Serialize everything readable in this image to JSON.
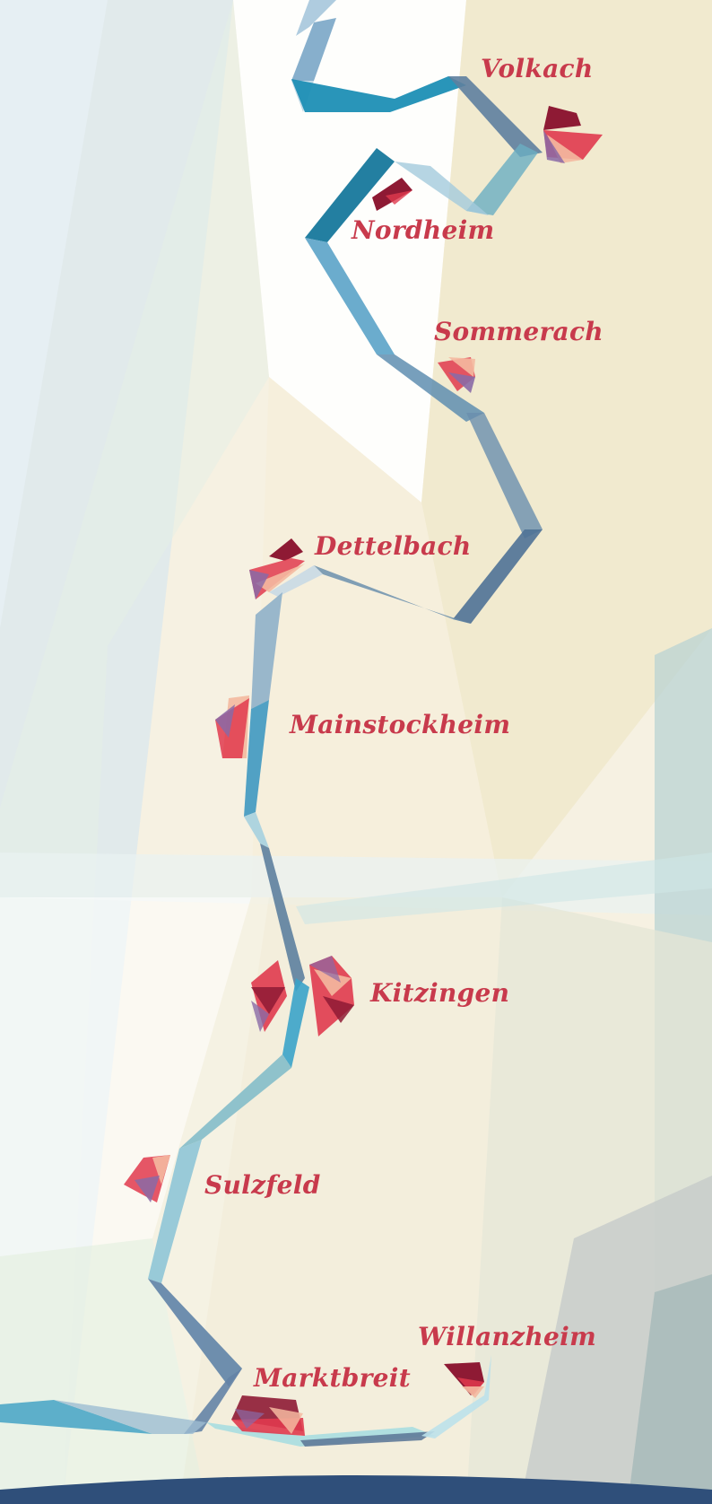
{
  "map": {
    "towns": [
      {
        "id": "volkach",
        "label": "Volkach"
      },
      {
        "id": "nordheim",
        "label": "Nordheim"
      },
      {
        "id": "sommerach",
        "label": "Sommerach"
      },
      {
        "id": "dettelbach",
        "label": "Dettelbach"
      },
      {
        "id": "mainstockheim",
        "label": "Mainstockheim"
      },
      {
        "id": "kitzingen",
        "label": "Kitzingen"
      },
      {
        "id": "sulzfeld",
        "label": "Sulzfeld"
      },
      {
        "id": "willanzheim",
        "label": "Willanzheim"
      },
      {
        "id": "marktbreit",
        "label": "Marktbreit"
      }
    ],
    "colors": {
      "label": "#c83a4c",
      "river_dark": "#1a8fb4",
      "river_mid": "#4d9ec4",
      "river_slate": "#5e7f9e",
      "marker_red": "#e03a4e",
      "marker_dark": "#8e1a34",
      "marker_peach": "#f4b9a0",
      "marker_violet": "#8a6aa6",
      "background_cream": "#f3ebd2",
      "background_blue": "#d8e9f0",
      "footer_navy": "#2f4f7a"
    }
  }
}
